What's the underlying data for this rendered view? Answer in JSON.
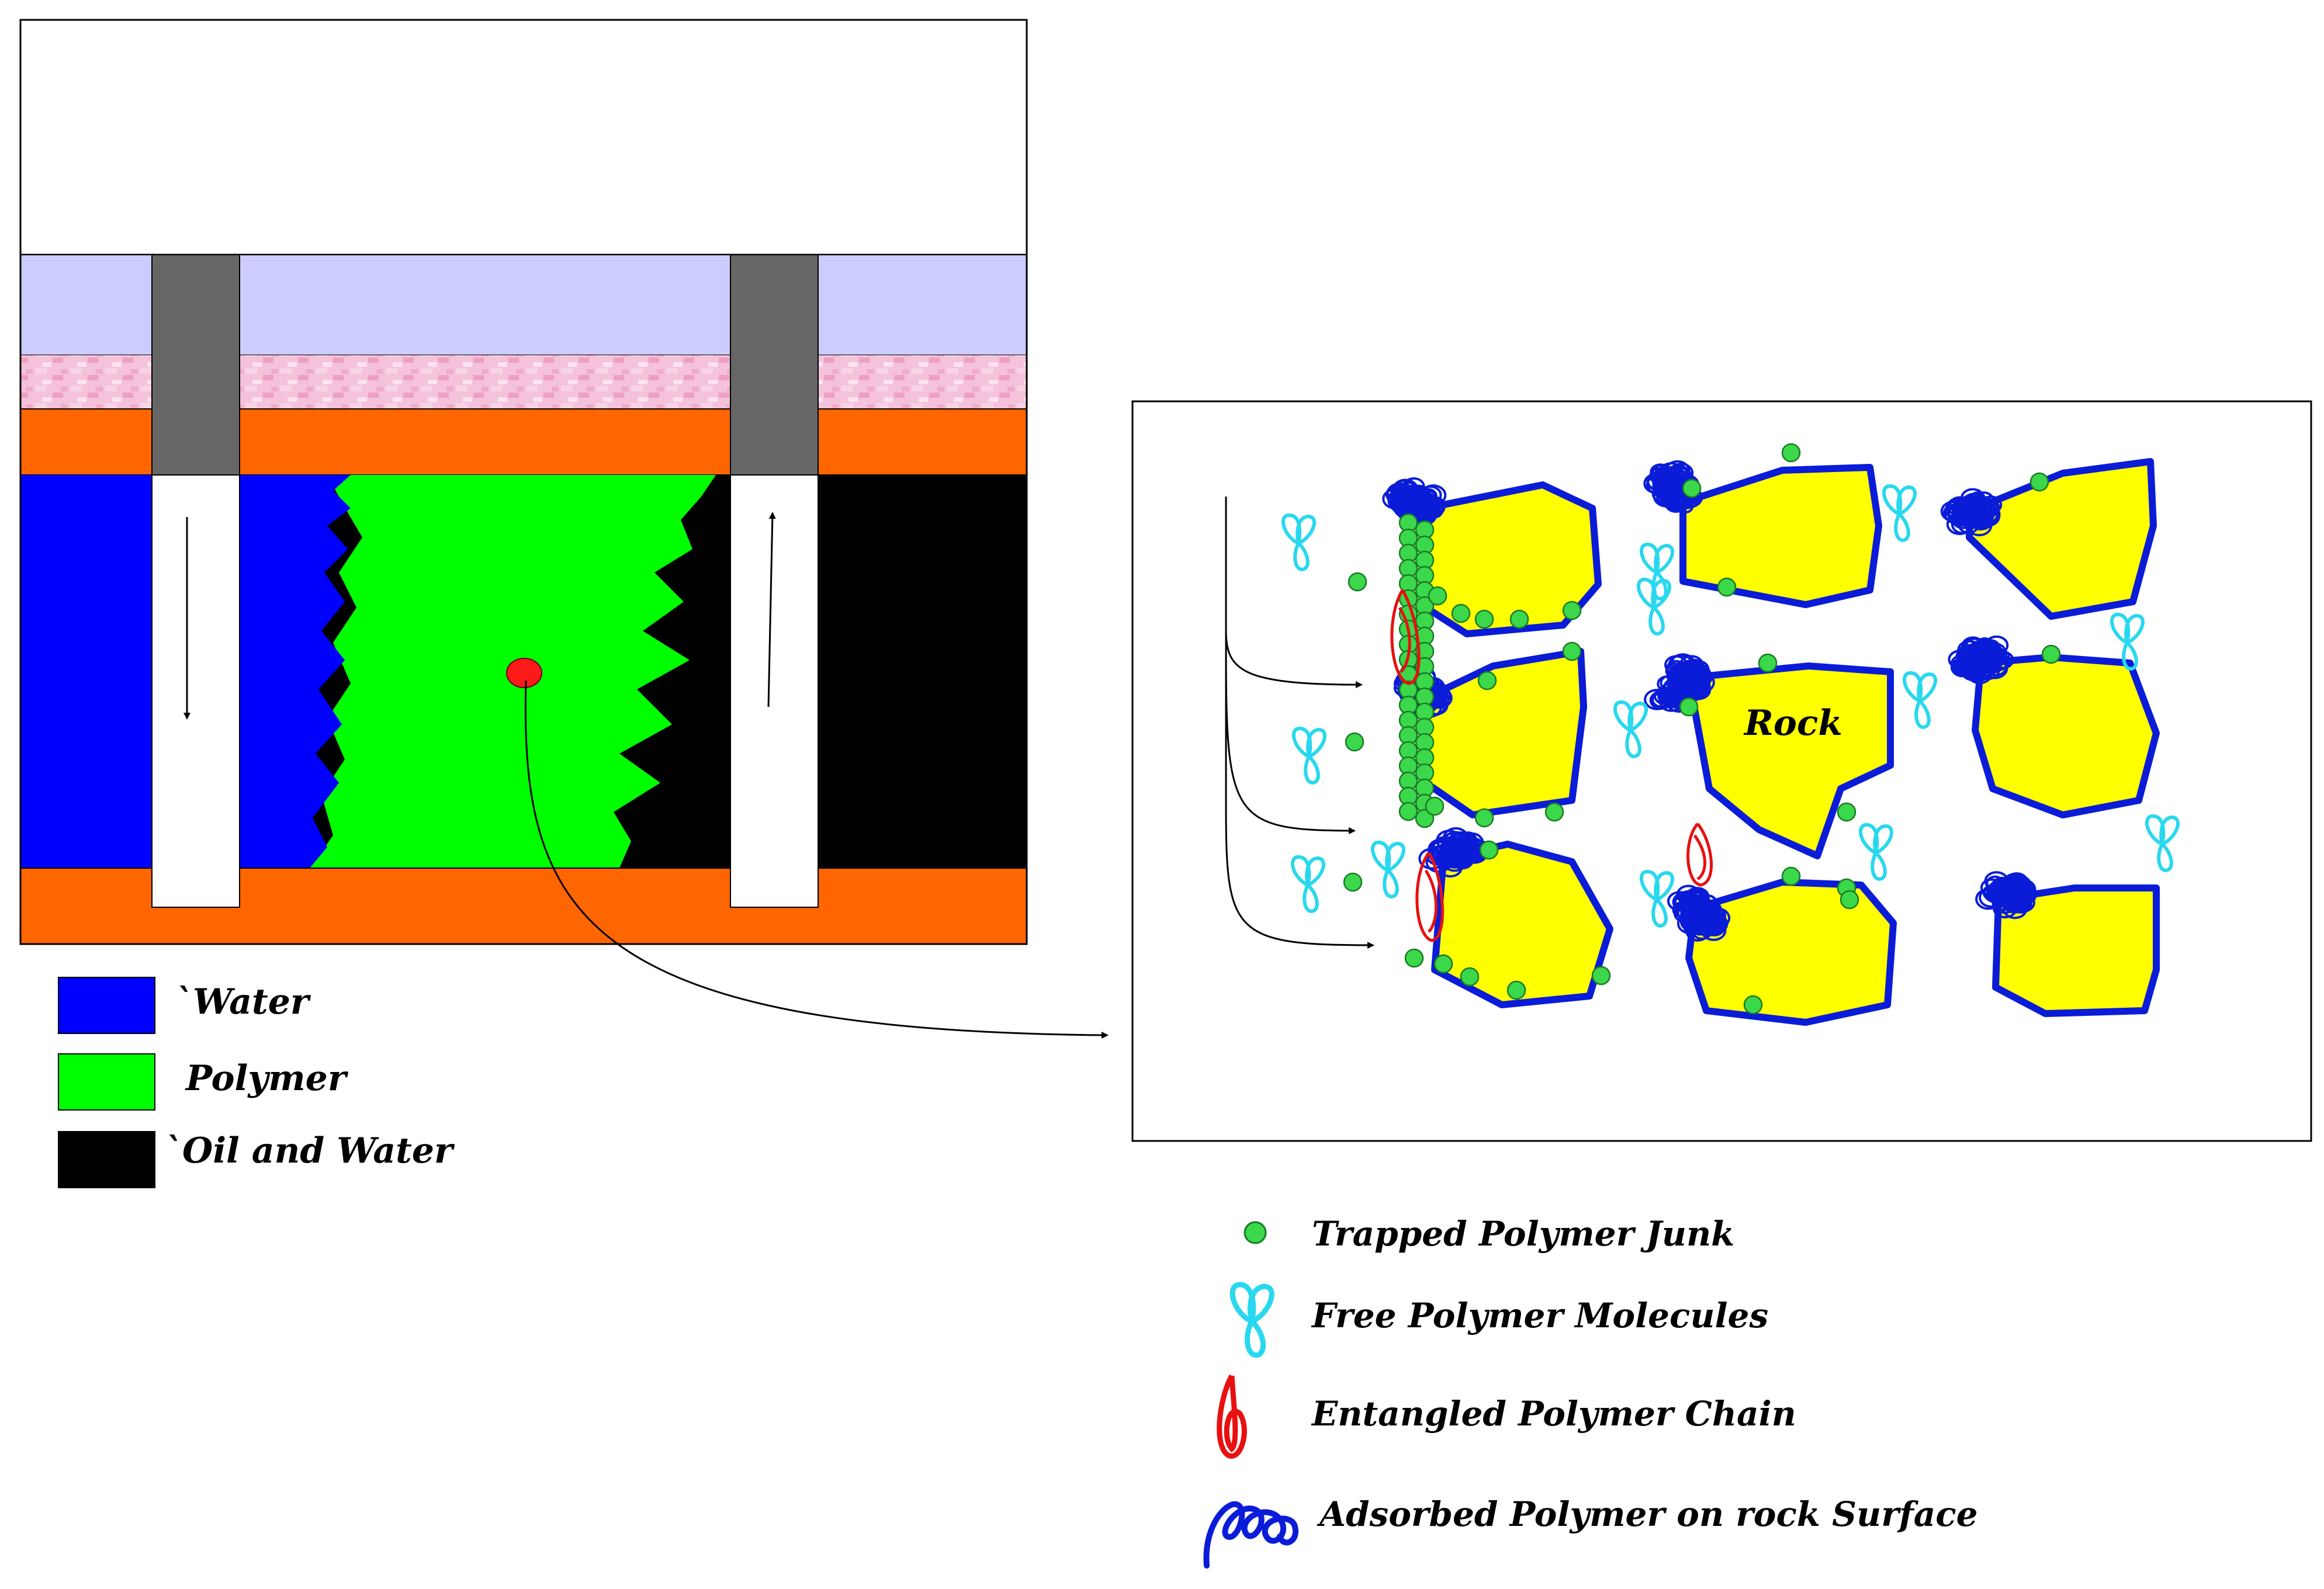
{
  "layer_legend": [
    {
      "label": "`Water",
      "color": "#0000ff"
    },
    {
      "label": "Polymer",
      "color": "#00ff00"
    },
    {
      "label": "`Oil and Water",
      "color": "#000000"
    }
  ],
  "zoom_panel": {
    "rock_label": "Rock"
  },
  "symbol_legend": [
    {
      "label": "Trapped Polymer Junk",
      "icon": "green-dot-icon"
    },
    {
      "label": "Free Polymer Molecules",
      "icon": "cyan-knot-icon"
    },
    {
      "label": "Entangled Polymer Chain",
      "icon": "red-coil-icon"
    },
    {
      "label": "Adsorbed Polymer on rock Surface",
      "icon": "blue-scribble-icon"
    }
  ],
  "colors": {
    "water": "#0000ff",
    "polymer": "#00ff00",
    "oil_water": "#000000",
    "reservoir_boundary": "#ff6600",
    "overburden": "#ccccff",
    "shale_pink": "#f6b8d6",
    "well_casing": "#666666",
    "rock": "#ffff00",
    "adsorbed_polymer": "#0a1cd8",
    "free_polymer": "#28d8ee",
    "entangled_polymer": "#e81010",
    "trapped_junk": "#3ad84a"
  }
}
